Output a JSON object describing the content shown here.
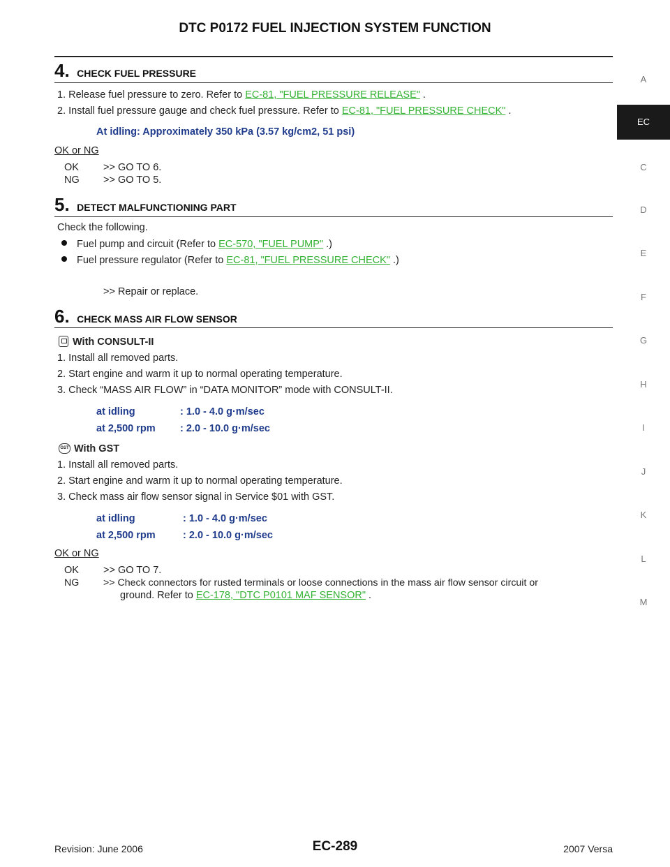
{
  "header": {
    "title": "DTC P0172 FUEL INJECTION SYSTEM FUNCTION"
  },
  "step4": {
    "num": "4.",
    "title": "CHECK FUEL PRESSURE",
    "line1_pre": "1. Release fuel pressure to zero. Refer to ",
    "line1_link": "EC-81, \"FUEL PRESSURE RELEASE\"",
    "line1_post": " .",
    "line2_pre": "2. Install fuel pressure gauge and check fuel pressure. Refer to ",
    "line2_link": "EC-81, \"FUEL PRESSURE CHECK\"",
    "line2_post": " .",
    "spec": "At idling: Approximately 350 kPa (3.57 kg/cm2, 51 psi)",
    "okng": "OK or NG",
    "ok_label": "OK",
    "ok_text": ">> GO TO 6.",
    "ng_label": "NG",
    "ng_text": ">> GO TO 5."
  },
  "step5": {
    "num": "5.",
    "title": "DETECT MALFUNCTIONING PART",
    "intro": "Check the following.",
    "b1_pre": "Fuel pump and circuit (Refer to ",
    "b1_link": "EC-570, \"FUEL PUMP\"",
    "b1_post": " .)",
    "b2_pre": "Fuel pressure regulator (Refer to ",
    "b2_link": "EC-81, \"FUEL PRESSURE CHECK\"",
    "b2_post": " .)",
    "action": ">> Repair or replace."
  },
  "step6": {
    "num": "6.",
    "title": "CHECK MASS AIR FLOW SENSOR",
    "consult_heading": "With CONSULT-II",
    "c1": "1. Install all removed parts.",
    "c2": "2. Start engine and warm it up to normal operating temperature.",
    "c3": "3. Check “MASS AIR FLOW” in “DATA MONITOR” mode with CONSULT-II.",
    "c_spec1_label": "at idling",
    "c_spec1_value": ": 1.0 - 4.0 g·m/sec",
    "c_spec2_label": "at 2,500 rpm",
    "c_spec2_value": ": 2.0 - 10.0 g·m/sec",
    "gst_heading": "With GST",
    "gst_icon_text": "GST",
    "g1": "1. Install all removed parts.",
    "g2": "2. Start engine and warm it up to normal operating temperature.",
    "g3": "3. Check mass air flow sensor signal in Service $01 with GST.",
    "g_spec1_label": "at idling",
    "g_spec1_value": ": 1.0 - 4.0 g·m/sec",
    "g_spec2_label": "at 2,500 rpm",
    "g_spec2_value": ": 2.0 - 10.0 g·m/sec",
    "okng": "OK or NG",
    "ok_label": "OK",
    "ok_text": ">> GO TO 7.",
    "ng_label": "NG",
    "ng_text": ">> Check connectors for rusted terminals or loose connections in the mass air flow sensor circuit or",
    "ng_line2_pre": "ground. Refer to ",
    "ng_link": "EC-178, \"DTC P0101 MAF SENSOR\"",
    "ng_line2_post": " ."
  },
  "sidenav": [
    "A",
    "EC",
    "C",
    "D",
    "E",
    "F",
    "G",
    "H",
    "I",
    "J",
    "K",
    "L",
    "M"
  ],
  "footer": {
    "revision": "Revision: June 2006",
    "page": "EC-289",
    "model": "2007 Versa"
  }
}
